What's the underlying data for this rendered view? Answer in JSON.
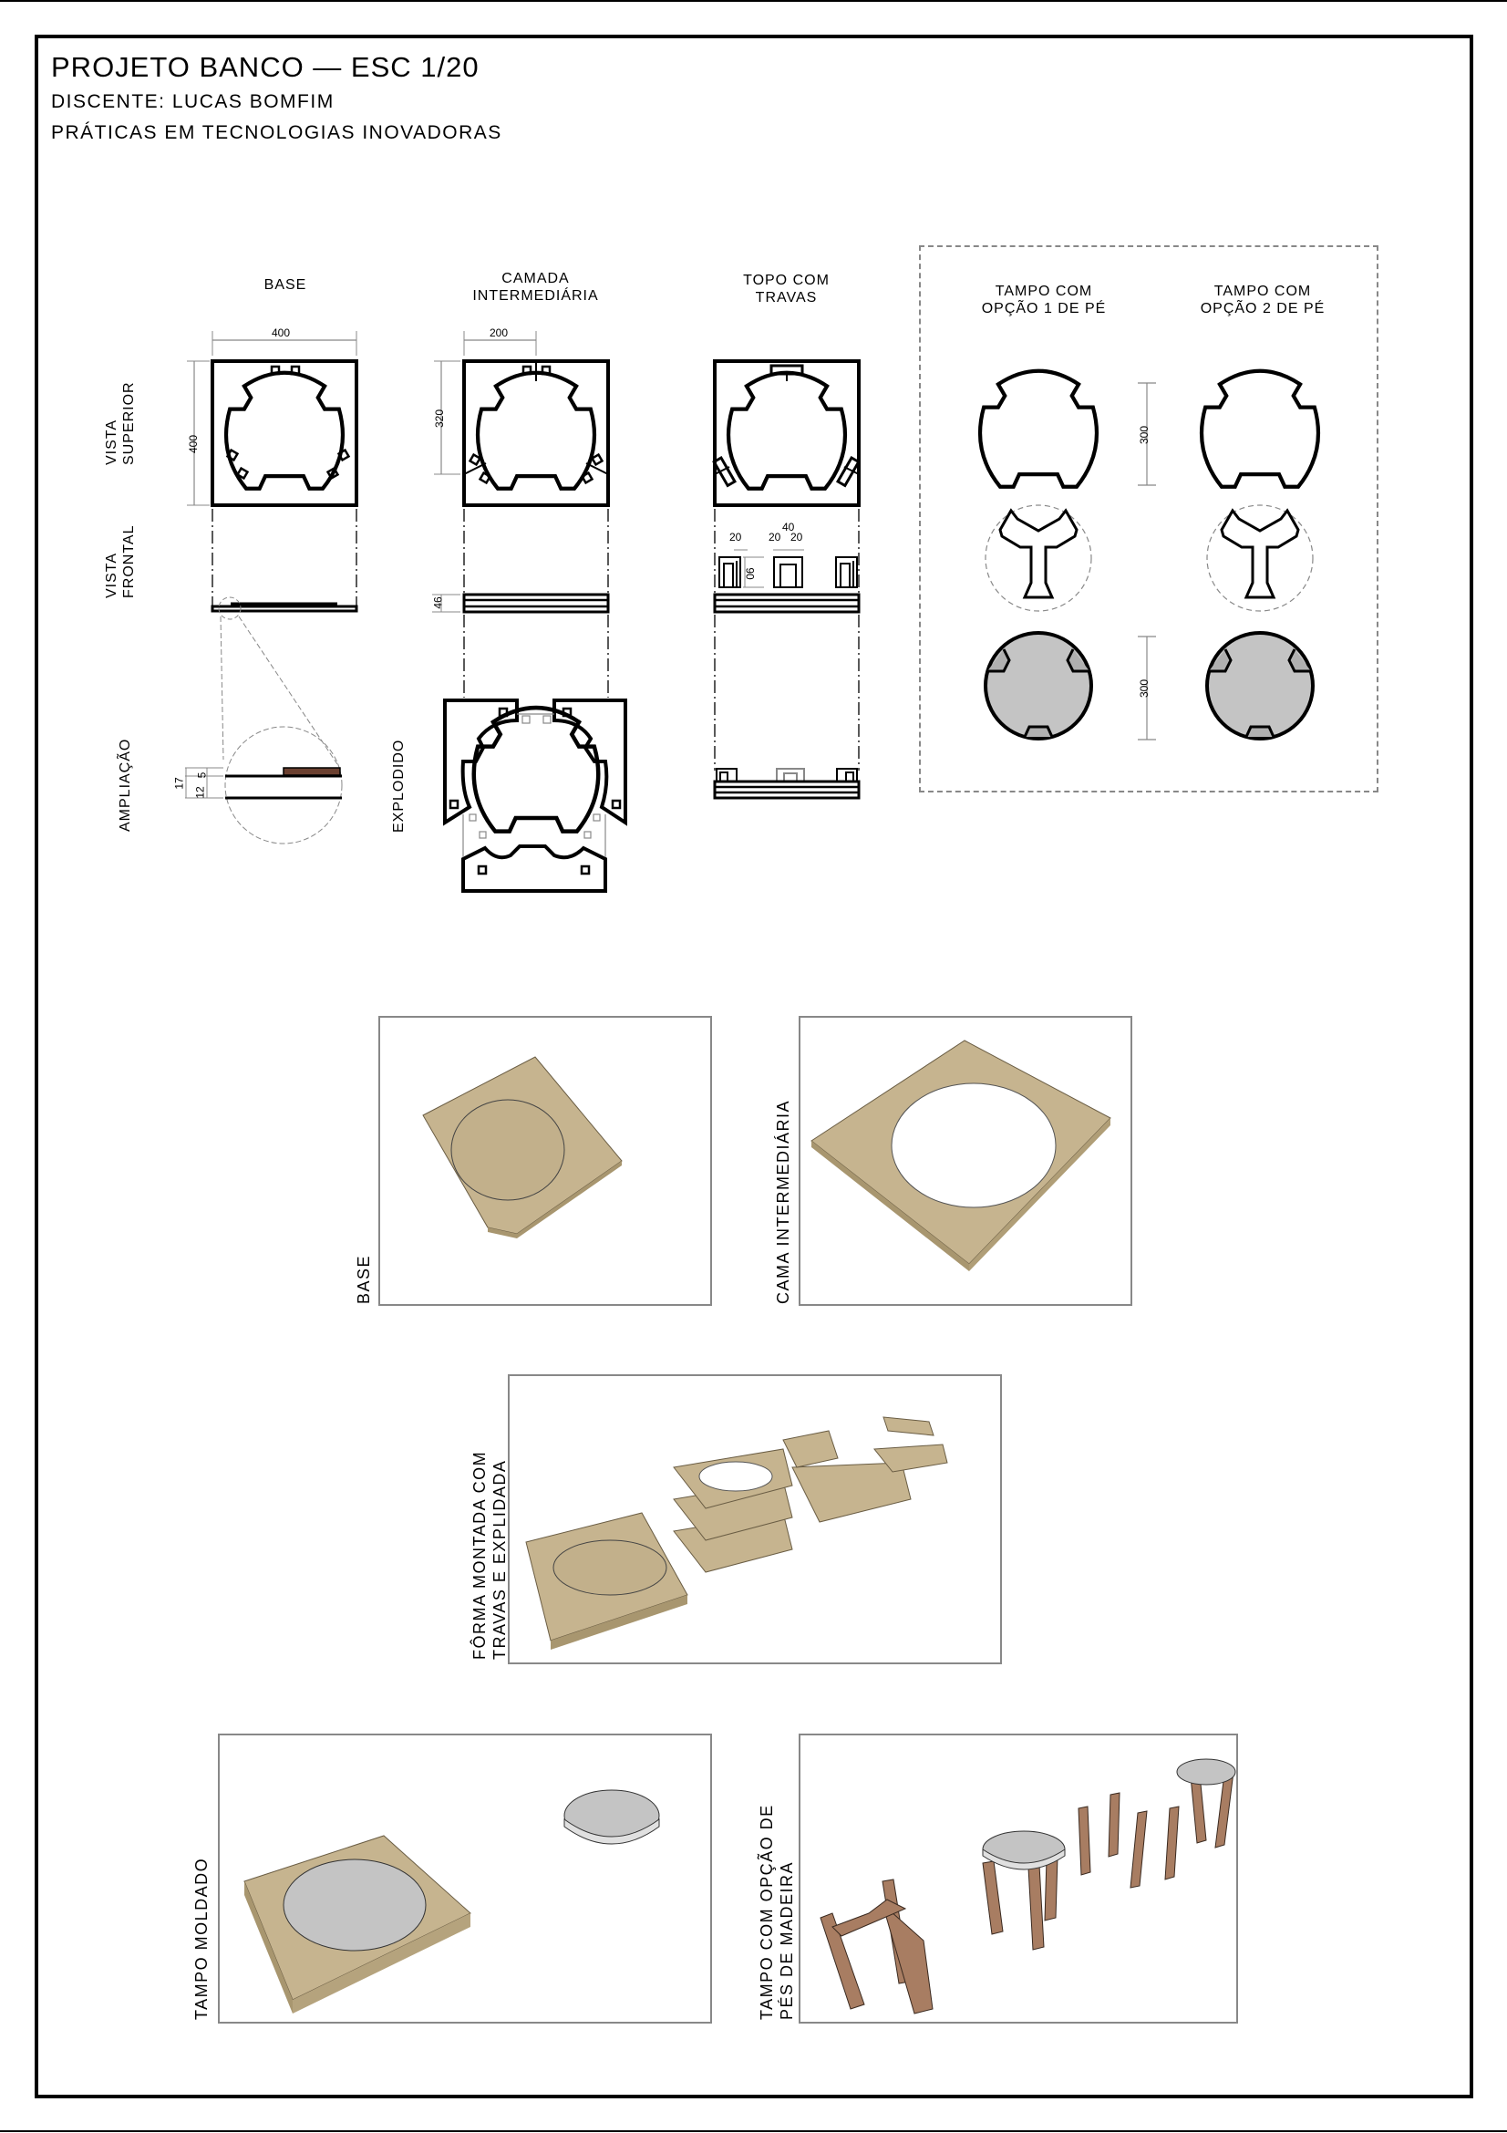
{
  "header": {
    "title": "PROJETO BANCO — ESC 1/20",
    "student": "DISCENTE: LUCAS BOMFIM",
    "course": "PRÁTICAS EM TECNOLOGIAS INOVADORAS"
  },
  "columns": {
    "base": "BASE",
    "intermediate": "CAMADA\nINTERMEDIÁRIA",
    "top_locks": "TOPO COM\nTRAVAS",
    "option1": "TAMPO COM\nOPÇÃO 1 DE PÉ",
    "option2": "TAMPO COM\nOPÇÃO 2 DE PÉ"
  },
  "row_labels": {
    "top_view": "VISTA\nSUPERIOR",
    "front_view": "VISTA\nFRONTAL",
    "enlargement": "AMPLIAÇÃO",
    "exploded": "EXPLODIDO"
  },
  "dimensions": {
    "base_width": "400",
    "base_height": "400",
    "intermediate_width": "200",
    "intermediate_height": "320",
    "intermediate_thickness": "46",
    "lock_total": "40",
    "lock_a": "20",
    "lock_b": "20",
    "lock_c": "20",
    "lock_height": "90",
    "enlarge_total": "17",
    "enlarge_a": "12",
    "enlarge_b": "5",
    "tampo_top": "300",
    "tampo_bottom": "300"
  },
  "renders": [
    {
      "label": "BASE"
    },
    {
      "label": "CAMA INTERMEDIÁRIA"
    },
    {
      "label": "FÔRMA MONTADA COM\nTRAVAS E EXPLIDADA"
    },
    {
      "label": "TAMPO MOLDADO"
    },
    {
      "label": "TAMPO COM OPÇÃO DE\nPÉS DE MADEIRA"
    }
  ],
  "colors": {
    "mdf": "#c6b48f",
    "mdf_edge": "#a8966f",
    "concrete": "#c4c4c4",
    "wood": "#a87d62",
    "dim_line": "#888888"
  }
}
